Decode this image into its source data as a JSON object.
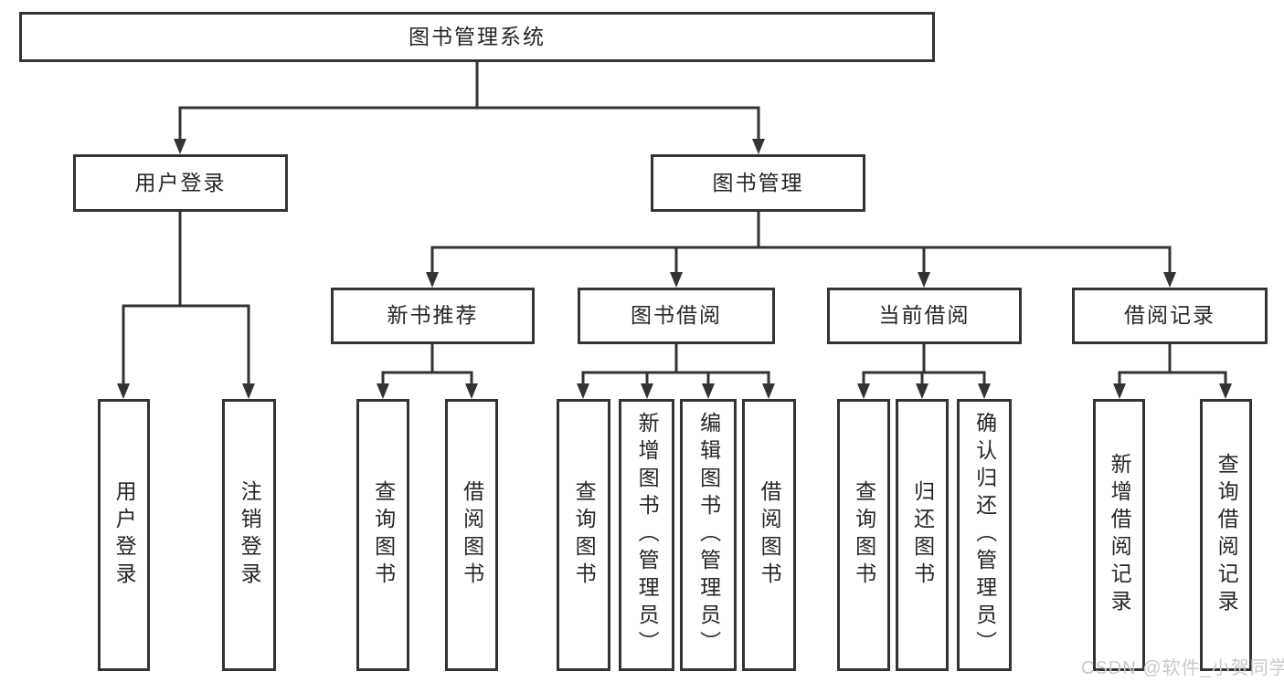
{
  "diagram_title": "图书管理系统",
  "tree": {
    "label": "图书管理系统",
    "children": [
      {
        "label": "用户登录",
        "children": [
          {
            "label": "用户登录"
          },
          {
            "label": "注销登录"
          }
        ]
      },
      {
        "label": "图书管理",
        "children": [
          {
            "label": "新书推荐",
            "children": [
              {
                "label": "查询图书"
              },
              {
                "label": "借阅图书"
              }
            ]
          },
          {
            "label": "图书借阅",
            "children": [
              {
                "label": "查询图书"
              },
              {
                "label": "新增图书（管理员）"
              },
              {
                "label": "编辑图书（管理员）"
              },
              {
                "label": "借阅图书"
              }
            ]
          },
          {
            "label": "当前借阅",
            "children": [
              {
                "label": "查询图书"
              },
              {
                "label": "归还图书"
              },
              {
                "label": "确认归还（管理员）"
              }
            ]
          },
          {
            "label": "借阅记录",
            "children": [
              {
                "label": "新增借阅记录"
              },
              {
                "label": "查询借阅记录"
              }
            ]
          }
        ]
      }
    ]
  },
  "watermark": {
    "text": "CSDN @软件_小贺同学"
  },
  "colors": {
    "line": "#333333",
    "box_border": "#333333",
    "text": "#262626",
    "watermark": "#c9c9c9",
    "background": "#ffffff"
  }
}
